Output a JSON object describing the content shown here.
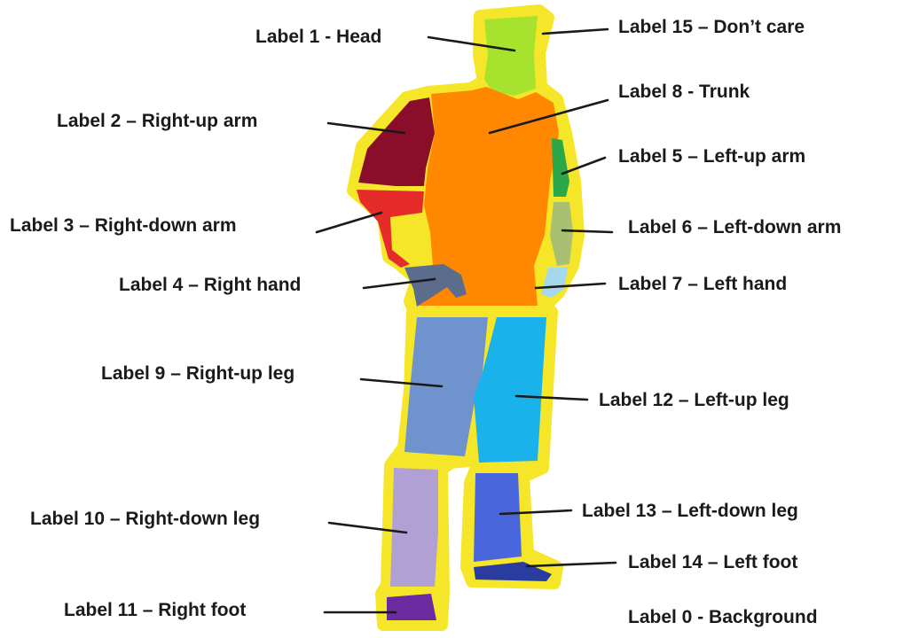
{
  "legend": {
    "l1": "Label 1 - Head",
    "l15": "Label 15 – Don’t care",
    "l8": "Label 8 - Trunk",
    "l2": "Label 2 – Right-up arm",
    "l5": "Label 5 – Left-up arm",
    "l3": "Label 3 – Right-down arm",
    "l6": "Label 6 – Left-down arm",
    "l4": "Label 4 – Right hand",
    "l7": "Label 7 – Left hand",
    "l9": "Label 9 – Right-up leg",
    "l12": "Label 12 – Left-up leg",
    "l10": "Label 10 – Right-down leg",
    "l13": "Label 13 – Left-down leg",
    "l14": "Label 14 – Left foot",
    "l11": "Label 11 – Right  foot",
    "l0": "Label 0 - Background"
  },
  "colors": {
    "outline": "#f5e62a",
    "head": "#a6e22e",
    "trunk": "#ff8800",
    "right_up_arm": "#8a0d2a",
    "right_down_arm": "#e62b2b",
    "right_hand": "#5b6c8c",
    "left_up_arm": "#2aa84a",
    "left_down_arm": "#a9bf72",
    "left_hand": "#a6d8ec",
    "right_up_leg": "#6f93cc",
    "left_up_leg": "#1ab2ea",
    "right_down_leg": "#b0a0d4",
    "left_down_leg": "#4a66dd",
    "right_foot": "#6a2aa0",
    "left_foot": "#2a3ca0"
  }
}
